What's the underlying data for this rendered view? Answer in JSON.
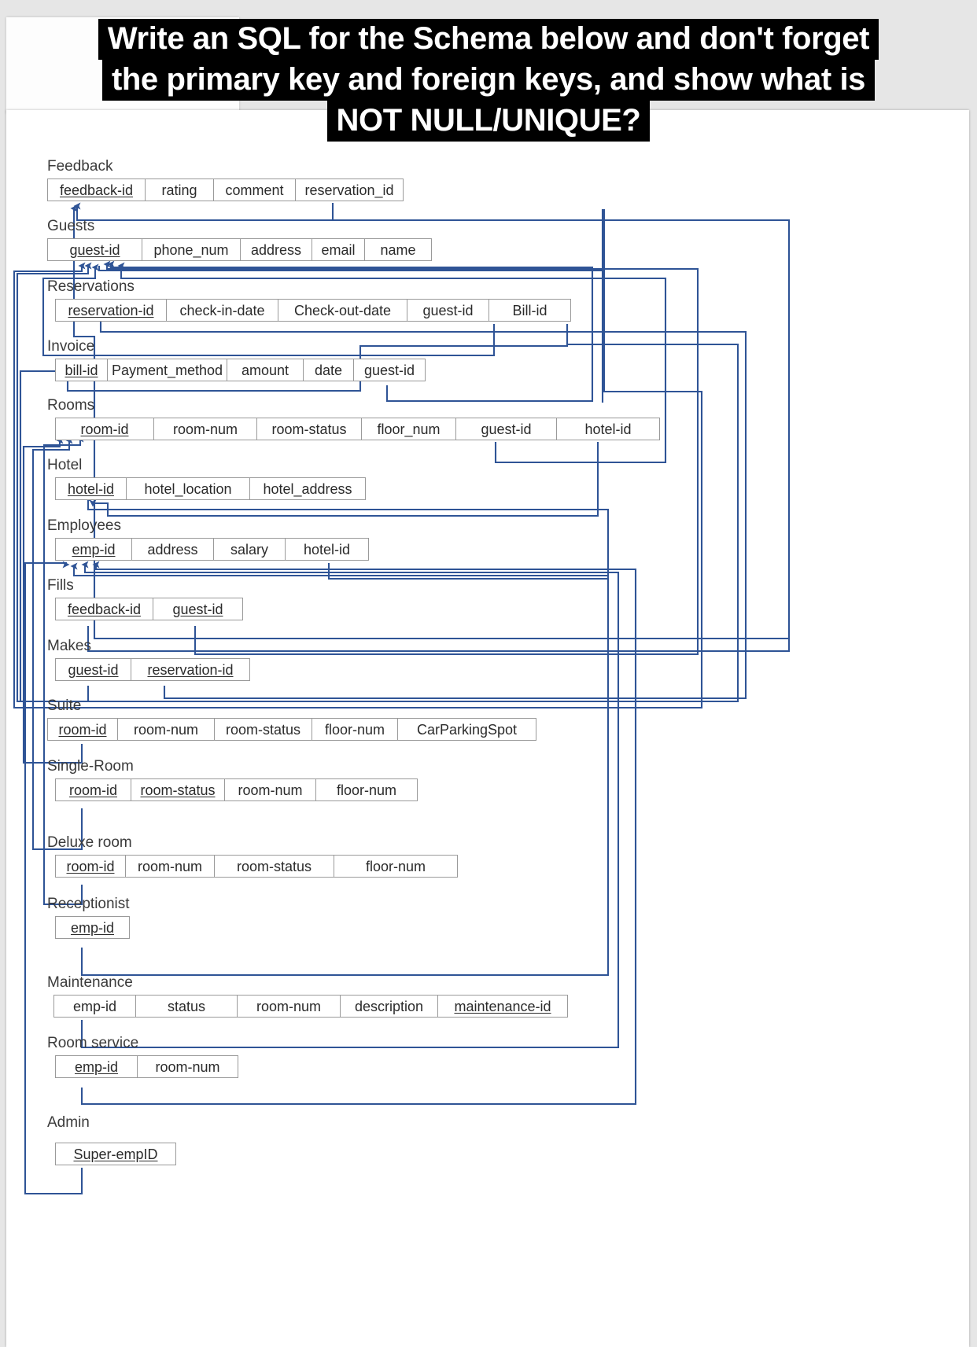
{
  "caption": {
    "lines": [
      "Write an SQL for the Schema below and don't forget",
      "the primary key and foreign keys, and show what is",
      "NOT NULL/UNIQUE?"
    ]
  },
  "colors": {
    "page_background": "#e6e6e6",
    "page": "#ffffff",
    "caption_background": "#000000",
    "caption_text": "#ffffff",
    "connector": "#2f5496",
    "table_border": "#9a9a9a",
    "entity_label": "#3b3b3b"
  },
  "diagram": {
    "type": "relational-schema",
    "entities": [
      {
        "name": "Feedback",
        "attributes": [
          {
            "label": "feedback-id",
            "primary_key": true,
            "width": 124
          },
          {
            "label": "rating",
            "primary_key": false,
            "width": 87
          },
          {
            "label": "comment",
            "primary_key": false,
            "width": 104
          },
          {
            "label": "reservation_id",
            "primary_key": false,
            "width": 136
          }
        ]
      },
      {
        "name": "Guests",
        "attributes": [
          {
            "label": "guest-id",
            "primary_key": true,
            "width": 120
          },
          {
            "label": "phone_num",
            "primary_key": false,
            "width": 125
          },
          {
            "label": "address",
            "primary_key": false,
            "width": 91
          },
          {
            "label": "email",
            "primary_key": false,
            "width": 67
          },
          {
            "label": "name",
            "primary_key": false,
            "width": 84
          }
        ]
      },
      {
        "name": "Reservations",
        "attributes": [
          {
            "label": "reservation-id",
            "primary_key": true,
            "width": 141
          },
          {
            "label": "check-in-date",
            "primary_key": false,
            "width": 142
          },
          {
            "label": "Check-out-date",
            "primary_key": false,
            "width": 164
          },
          {
            "label": "guest-id",
            "primary_key": false,
            "width": 104
          },
          {
            "label": "Bill-id",
            "primary_key": false,
            "width": 103
          }
        ]
      },
      {
        "name": "Invoice",
        "attributes": [
          {
            "label": "bill-id",
            "primary_key": true,
            "width": 66
          },
          {
            "label": "Payment_method",
            "primary_key": false,
            "width": 152
          },
          {
            "label": "amount",
            "primary_key": false,
            "width": 97
          },
          {
            "label": "date",
            "primary_key": false,
            "width": 64
          },
          {
            "label": "guest-id",
            "primary_key": false,
            "width": 90
          }
        ]
      },
      {
        "name": "Rooms",
        "attributes": [
          {
            "label": "room-id",
            "primary_key": true,
            "width": 125
          },
          {
            "label": "room-num",
            "primary_key": false,
            "width": 131
          },
          {
            "label": "room-status",
            "primary_key": false,
            "width": 133
          },
          {
            "label": "floor_num",
            "primary_key": false,
            "width": 120
          },
          {
            "label": "guest-id",
            "primary_key": false,
            "width": 128
          },
          {
            "label": "hotel-id",
            "primary_key": false,
            "width": 130
          }
        ]
      },
      {
        "name": "Hotel",
        "attributes": [
          {
            "label": "hotel-id",
            "primary_key": true,
            "width": 90
          },
          {
            "label": "hotel_location",
            "primary_key": false,
            "width": 157
          },
          {
            "label": "hotel_address",
            "primary_key": false,
            "width": 146
          }
        ]
      },
      {
        "name": "Employees",
        "attributes": [
          {
            "label": "emp-id",
            "primary_key": true,
            "width": 97
          },
          {
            "label": "address",
            "primary_key": false,
            "width": 104
          },
          {
            "label": "salary",
            "primary_key": false,
            "width": 91
          },
          {
            "label": "hotel-id",
            "primary_key": false,
            "width": 105
          }
        ]
      },
      {
        "name": "Fills",
        "attributes": [
          {
            "label": "feedback-id",
            "primary_key": true,
            "width": 124
          },
          {
            "label": "guest-id",
            "primary_key": true,
            "width": 113
          }
        ]
      },
      {
        "name": "Makes",
        "attributes": [
          {
            "label": "guest-id",
            "primary_key": true,
            "width": 96
          },
          {
            "label": "reservation-id",
            "primary_key": true,
            "width": 150
          }
        ]
      },
      {
        "name": "Suite",
        "attributes": [
          {
            "label": "room-id",
            "primary_key": true,
            "width": 89
          },
          {
            "label": "room-num",
            "primary_key": false,
            "width": 123
          },
          {
            "label": "room-status",
            "primary_key": false,
            "width": 124
          },
          {
            "label": "floor-num",
            "primary_key": false,
            "width": 109
          },
          {
            "label": "CarParkingSpot",
            "primary_key": false,
            "width": 175
          }
        ]
      },
      {
        "name": "Single-Room",
        "attributes": [
          {
            "label": "room-id",
            "primary_key": true,
            "width": 96
          },
          {
            "label": "room-status",
            "primary_key": true,
            "width": 119
          },
          {
            "label": "room-num",
            "primary_key": false,
            "width": 116
          },
          {
            "label": "floor-num",
            "primary_key": false,
            "width": 128
          }
        ]
      },
      {
        "name": "Deluxe room",
        "attributes": [
          {
            "label": "room-id",
            "primary_key": true,
            "width": 89
          },
          {
            "label": "room-num",
            "primary_key": false,
            "width": 113
          },
          {
            "label": "room-status",
            "primary_key": false,
            "width": 152
          },
          {
            "label": "floor-num",
            "primary_key": false,
            "width": 156
          }
        ]
      },
      {
        "name": "Receptionist",
        "attributes": [
          {
            "label": "emp-id",
            "primary_key": true,
            "width": 93
          }
        ]
      },
      {
        "name": "Maintenance",
        "attributes": [
          {
            "label": "emp-id",
            "primary_key": false,
            "width": 104
          },
          {
            "label": "status",
            "primary_key": false,
            "width": 129
          },
          {
            "label": "room-num",
            "primary_key": false,
            "width": 131
          },
          {
            "label": "description",
            "primary_key": false,
            "width": 124
          },
          {
            "label": "maintenance-id",
            "primary_key": true,
            "width": 164
          }
        ]
      },
      {
        "name": "Room service",
        "attributes": [
          {
            "label": "emp-id",
            "primary_key": true,
            "width": 104
          },
          {
            "label": "room-num",
            "primary_key": false,
            "width": 127
          }
        ]
      },
      {
        "name": "Admin",
        "attributes": [
          {
            "label": "Super-empID",
            "primary_key": true,
            "width": 152
          }
        ]
      }
    ]
  }
}
